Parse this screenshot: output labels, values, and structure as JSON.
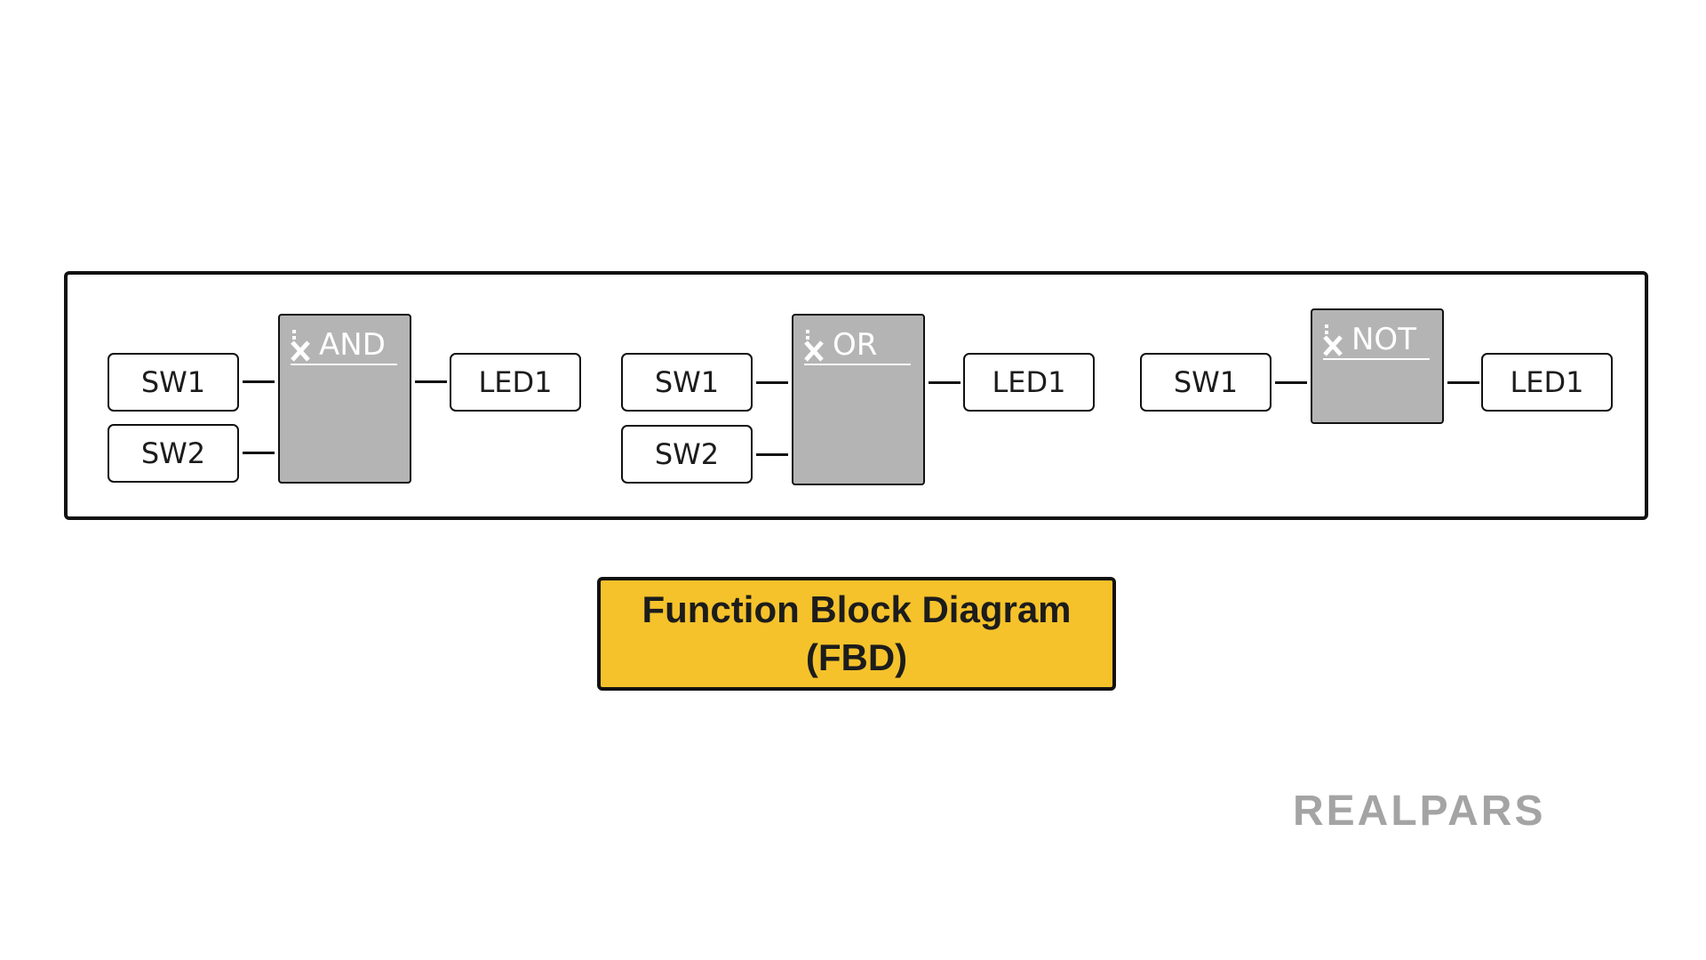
{
  "groups": [
    {
      "block": "AND",
      "inputs": [
        "SW1",
        "SW2"
      ],
      "output": "LED1"
    },
    {
      "block": "OR",
      "inputs": [
        "SW1",
        "SW2"
      ],
      "output": "LED1"
    },
    {
      "block": "NOT",
      "inputs": [
        "SW1"
      ],
      "output": "LED1"
    }
  ],
  "caption": {
    "line1": "Function Block Diagram",
    "line2": "(FBD)"
  },
  "logo": "REALPARS",
  "icons": {
    "block_icon": "variable-x-icon"
  },
  "colors": {
    "block_fill": "#b4b4b4",
    "caption_fill": "#f5c22b",
    "logo": "#a4a4a4",
    "stroke": "#111111"
  }
}
